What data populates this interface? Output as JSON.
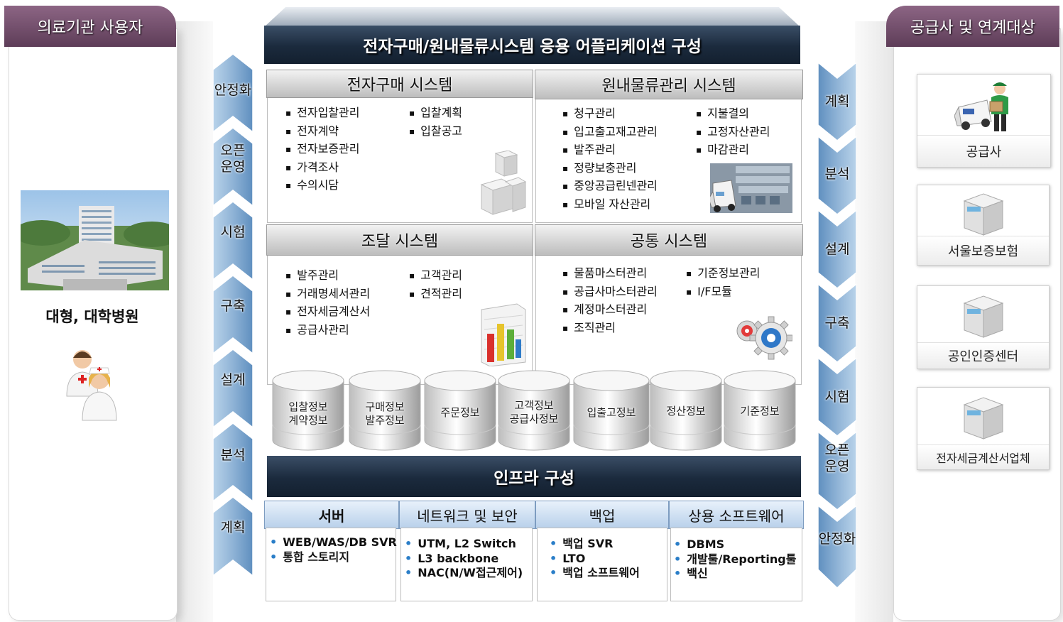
{
  "left_panel": {
    "tab": "의료기관 사용자",
    "caption": "대형, 대학병원"
  },
  "right_panel": {
    "tab": "공급사 및 연계대상",
    "cards": [
      {
        "label": "공급사",
        "icon": "delivery-truck-courier-icon"
      },
      {
        "label": "서울보증보험",
        "icon": "server-icon"
      },
      {
        "label": "공인인증센터",
        "icon": "server-icon"
      },
      {
        "label": "전자세금계산서업체",
        "icon": "server-icon"
      }
    ]
  },
  "left_steps": [
    "안정화",
    "오픈\n운영",
    "시험",
    "구축",
    "설계",
    "분석",
    "계획"
  ],
  "right_steps": [
    "계획",
    "분석",
    "설계",
    "구축",
    "시험",
    "오픈\n운영",
    "안정화"
  ],
  "main_title": "전자구매/원내물류시스템 응용 어플리케이션 구성",
  "modules": {
    "procurement": {
      "title": "전자구매 시스템",
      "col1": [
        "전자입찰관리",
        "전자계약",
        "전자보증관리",
        "가격조사",
        "수의시담"
      ],
      "col2": [
        "입찰계획",
        "입찰공고"
      ]
    },
    "logistics": {
      "title": "원내물류관리 시스템",
      "col1": [
        "청구관리",
        "입고출고재고관리",
        "발주관리",
        "정량보충관리",
        "중앙공급린넨관리",
        "모바일 자산관리"
      ],
      "col2": [
        "지불결의",
        "고정자산관리",
        "마감관리"
      ]
    },
    "sourcing": {
      "title": "조달 시스템",
      "col1": [
        "발주관리",
        "거래명세서관리",
        "전자세금계산서",
        "공급사관리"
      ],
      "col2": [
        "고객관리",
        "견적관리"
      ]
    },
    "common": {
      "title": "공통 시스템",
      "col1": [
        "물품마스터관리",
        "공급사마스터관리",
        "계정마스터관리",
        "조직관리"
      ],
      "col2": [
        "기준정보관리",
        "I/F모듈"
      ]
    }
  },
  "databases": [
    "입찰정보\n계약정보",
    "구매정보\n발주정보",
    "주문정보",
    "고객정보\n공급사정보",
    "입출고정보",
    "정산정보",
    "기준정보"
  ],
  "infra": {
    "title": "인프라 구성",
    "columns": [
      {
        "title": "서버",
        "items": [
          "WEB/WAS/DB SVR",
          "통합 스토리지"
        ]
      },
      {
        "title": "네트워크 및 보안",
        "items": [
          "UTM, L2 Switch",
          "L3 backbone",
          "NAC(N/W접근제어)"
        ]
      },
      {
        "title": "백업",
        "items": [
          "백업 SVR",
          "LTO",
          "백업 소프트웨어"
        ]
      },
      {
        "title": "상용 소프트웨어",
        "items": [
          "DBMS",
          "개발툴/Reporting툴",
          "백신"
        ]
      }
    ]
  },
  "colors": {
    "dark_bar": "#1b2a3d",
    "panel_tab": "#5e3d58",
    "chevron": "#8fb3d6",
    "infra_bullet": "#2a7ec8"
  }
}
